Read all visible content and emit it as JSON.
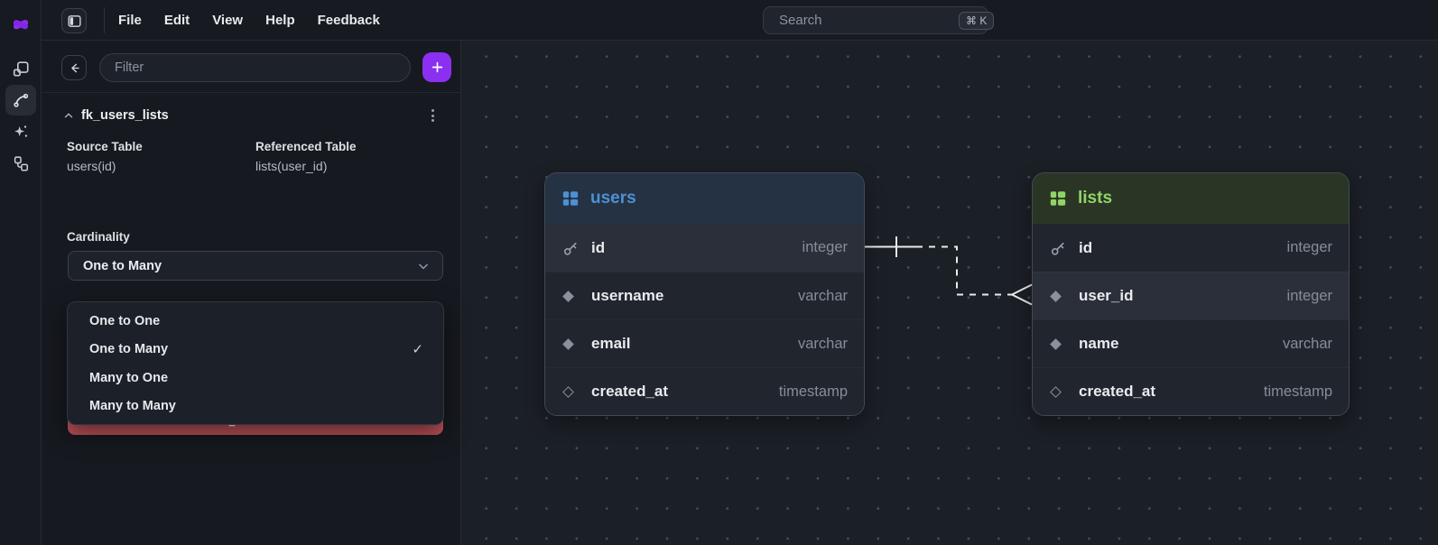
{
  "topbar": {
    "menus": [
      "File",
      "Edit",
      "View",
      "Help",
      "Feedback"
    ],
    "search_placeholder": "Search",
    "search_shortcut": "⌘ K"
  },
  "panel": {
    "filter_placeholder": "Filter",
    "relationship": {
      "name": "fk_users_lists",
      "source_table_label": "Source Table",
      "source_table": "users(id)",
      "referenced_table_label": "Referenced Table",
      "referenced_table": "lists(user_id)",
      "cardinality_label": "Cardinality",
      "cardinality": "One to Many",
      "delete_label": "Delete"
    },
    "cardinality_options": [
      "One to One",
      "One to Many",
      "Many to One",
      "Many to Many"
    ],
    "selected_option": "One to Many"
  },
  "canvas": {
    "tables": [
      {
        "name": "users",
        "accent": "#4e90d2",
        "fields": [
          {
            "name": "id",
            "type": "integer"
          },
          {
            "name": "username",
            "type": "varchar"
          },
          {
            "name": "email",
            "type": "varchar"
          },
          {
            "name": "created_at",
            "type": "timestamp"
          }
        ]
      },
      {
        "name": "lists",
        "accent": "#90d466",
        "fields": [
          {
            "name": "id",
            "type": "integer"
          },
          {
            "name": "user_id",
            "type": "integer"
          },
          {
            "name": "name",
            "type": "varchar"
          },
          {
            "name": "created_at",
            "type": "timestamp"
          }
        ]
      }
    ],
    "relationship": {
      "from": "users(id)",
      "to": "lists(user_id)",
      "cardinality": "one-to-many",
      "line_style": "dashed"
    }
  },
  "colors": {
    "accent_purple": "#8b30f0",
    "delete_red": "#bf525a",
    "users_blue": "#4e90d2",
    "lists_green": "#90d466"
  }
}
